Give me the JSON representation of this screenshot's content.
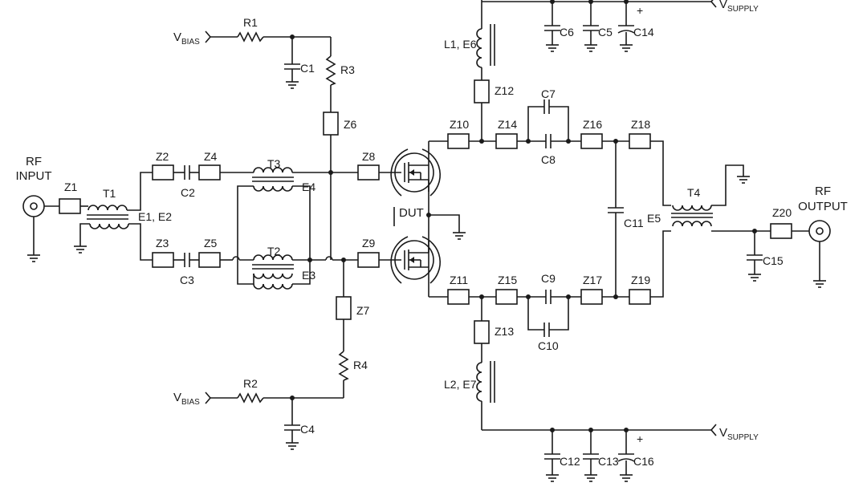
{
  "labels": {
    "rf_in_1": "RF",
    "rf_in_2": "INPUT",
    "rf_out_1": "RF",
    "rf_out_2": "OUTPUT",
    "vbias_top_v": "V",
    "vbias_top_sub": "BIAS",
    "vbias_bot_v": "V",
    "vbias_bot_sub": "BIAS",
    "vsupply_top_v": "V",
    "vsupply_top_sub": "SUPPLY",
    "vsupply_bot_v": "V",
    "vsupply_bot_sub": "SUPPLY",
    "dut": "DUT",
    "plus_c14": "+",
    "plus_c16": "+"
  },
  "components": {
    "Z1": "Z1",
    "Z2": "Z2",
    "Z3": "Z3",
    "Z4": "Z4",
    "Z5": "Z5",
    "Z6": "Z6",
    "Z7": "Z7",
    "Z8": "Z8",
    "Z9": "Z9",
    "Z10": "Z10",
    "Z11": "Z11",
    "Z12": "Z12",
    "Z13": "Z13",
    "Z14": "Z14",
    "Z15": "Z15",
    "Z16": "Z16",
    "Z17": "Z17",
    "Z18": "Z18",
    "Z19": "Z19",
    "Z20": "Z20",
    "R1": "R1",
    "R2": "R2",
    "R3": "R3",
    "R4": "R4",
    "C1": "C1",
    "C2": "C2",
    "C3": "C3",
    "C4": "C4",
    "C5": "C5",
    "C6": "C6",
    "C7": "C7",
    "C8": "C8",
    "C9": "C9",
    "C10": "C10",
    "C11": "C11",
    "C12": "C12",
    "C13": "C13",
    "C14": "C14",
    "C15": "C15",
    "C16": "C16",
    "T1": "T1",
    "T2": "T2",
    "T3": "T3",
    "T4": "T4",
    "E1E2": "E1, E2",
    "E3": "E3",
    "E4": "E4",
    "E5": "E5",
    "L1E6": "L1, E6",
    "L2E7": "L2, E7"
  }
}
